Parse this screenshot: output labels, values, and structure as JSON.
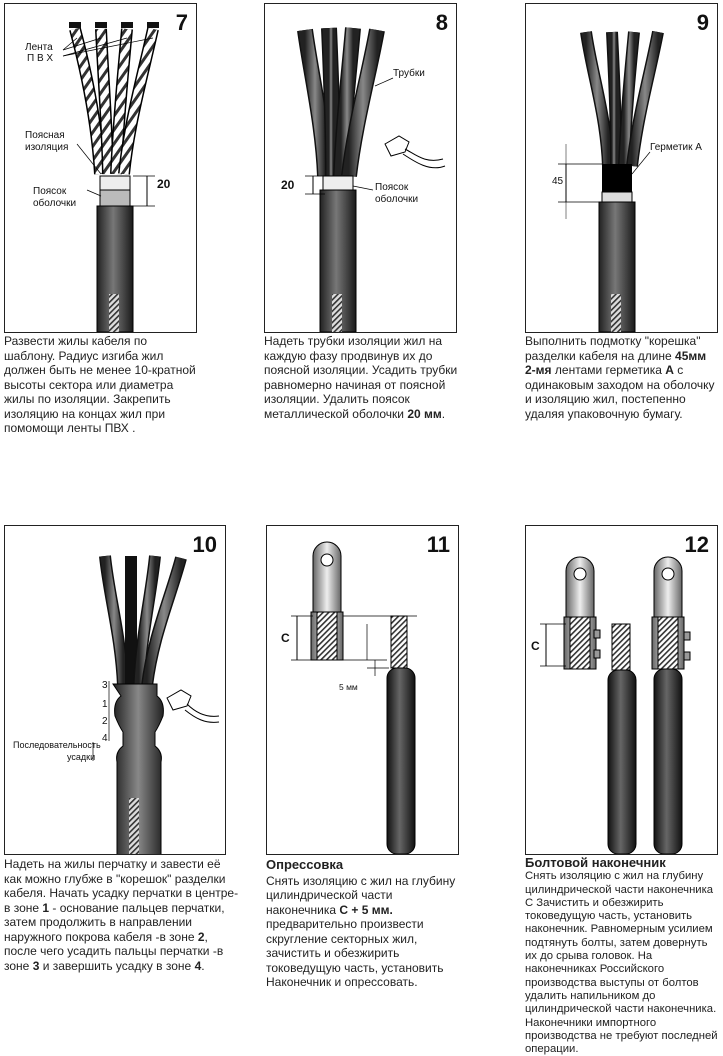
{
  "steps": [
    {
      "number": "7",
      "labels": {
        "tape": "Лента\nП В Х",
        "belt_insulation": "Поясная\nизоляция",
        "sheath_band": "Поясок\nоболочки",
        "dim": "20"
      },
      "caption": "Развести жилы кабеля по шаблону. Радиус изгиба жил должен быть не менее 10-кратной высоты сектора или диаметра жилы по изоляции. Закрепить изоляцию на концах жил при помомощи ленты ПВХ ."
    },
    {
      "number": "8",
      "labels": {
        "tubes": "Трубки",
        "sheath_band": "Поясок\nоболочки",
        "dim": "20"
      },
      "caption_parts": [
        "Надеть трубки изоляции  жил на каждую фазу продвинув их до поясной изоляции. Усадить трубки равномерно начиная от поясной изоляции. Удалить поясок металлической оболочки ",
        "20 мм",
        "."
      ]
    },
    {
      "number": "9",
      "labels": {
        "sealant": "Герметик А",
        "dim": "45"
      },
      "caption_parts": [
        "Выполнить подмотку \"корешка\" разделки кабеля на длине ",
        "45мм",
        " ",
        "2-мя",
        " лентами   герметика ",
        "А",
        " с одинаковым заходом на оболочку и изоляцию  жил, постепенно  удаляя упаковочную бумагу."
      ]
    },
    {
      "number": "10",
      "labels": {
        "zones": [
          "3",
          "1",
          "2",
          "4"
        ],
        "sequence": "Последовательность\nусадки"
      },
      "caption_parts": [
        "Надеть на жилы перчатку и завести её как можно глубже в \"корешок\" разделки кабеля. Начать усадку перчатки в центре-в зоне ",
        "1",
        " - основание пальцев перчатки, затем продолжить в направлении наружного покрова кабеля  -в зоне ",
        "2",
        ", после чего усадить пальцы перчатки -в зоне ",
        "3",
        " и завершить усадку в зоне ",
        "4",
        "."
      ]
    },
    {
      "number": "11",
      "labels": {
        "c": "C",
        "dim": "5 мм"
      },
      "title": "Опрессовка",
      "caption_parts": [
        "Снять изоляцию с жил на глубину цилиндрической части наконечника ",
        "С + 5 мм.",
        " предварительно произвести скругление секторных жил, зачистить и обезжирить токоведущую часть, установить Наконечник и опрессовать."
      ]
    },
    {
      "number": "12",
      "labels": {
        "c": "C"
      },
      "title": "Болтовой наконечник",
      "caption": "Снять изоляцию с жил на глубину цилиндрической части наконечника С Зачистить и обезжирить токоведущую часть, установить наконечник. Равномерным усилием подтянуть болты, затем довернуть их до срыва головок. На наконечниках Российского производства выступы от болтов удалить напильником до цилиндрической части наконечника. Наконечники импортного производства не требуют последней операции."
    }
  ]
}
